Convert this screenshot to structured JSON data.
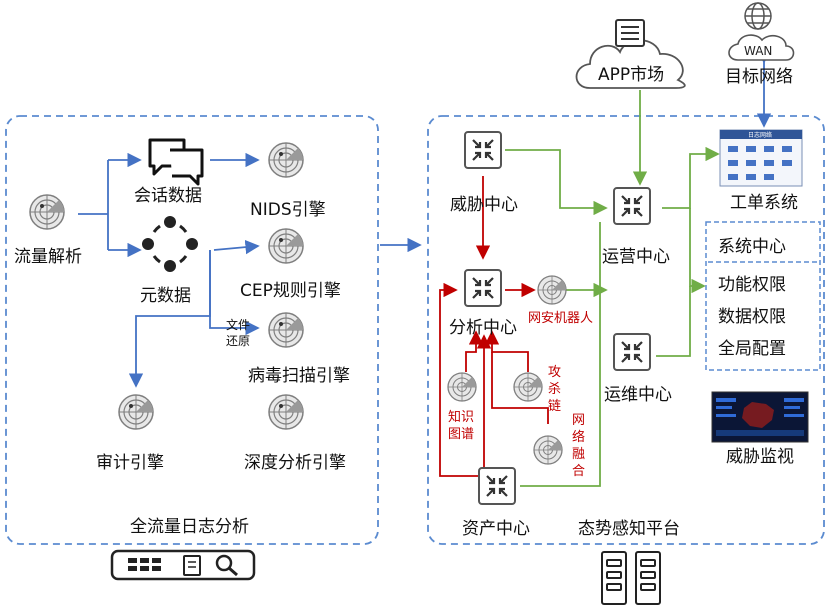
{
  "left_panel": {
    "title": "全流量日志分析",
    "source": "流量解析",
    "session_data": "会话数据",
    "meta_data": "元数据",
    "engines": {
      "nids": "NIDS引擎",
      "cep": "CEP规则引擎",
      "virus": "病毒扫描引擎",
      "audit": "审计引擎",
      "deep": "深度分析引擎"
    },
    "file_restore_line1": "文件",
    "file_restore_line2": "还原"
  },
  "right_panel": {
    "title": "态势感知平台",
    "threat_center": "威胁中心",
    "analysis_center": "分析中心",
    "ops_center": "运营中心",
    "maint_center": "运维中心",
    "asset_center": "资产中心",
    "robot": "网安机器人",
    "knowledge_1": "知识",
    "knowledge_2": "图谱",
    "killchain": [
      "攻",
      "杀",
      "链"
    ],
    "fusion": [
      "网",
      "络",
      "融",
      "合"
    ]
  },
  "top": {
    "app_market": "APP市场",
    "wan": "WAN",
    "target_network": "目标网络"
  },
  "outputs": {
    "ticket_system": "工单系统",
    "system_center": "系统中心",
    "items": [
      "功能权限",
      "数据权限",
      "全局配置"
    ],
    "threat_monitor": "威胁监视",
    "ticket_screen_title": "日志网络"
  },
  "colors": {
    "blue_arrow": "#4472c4",
    "green_arrow": "#70ad47",
    "red_arrow": "#c00000",
    "panel_border": "#5b8bd0"
  }
}
